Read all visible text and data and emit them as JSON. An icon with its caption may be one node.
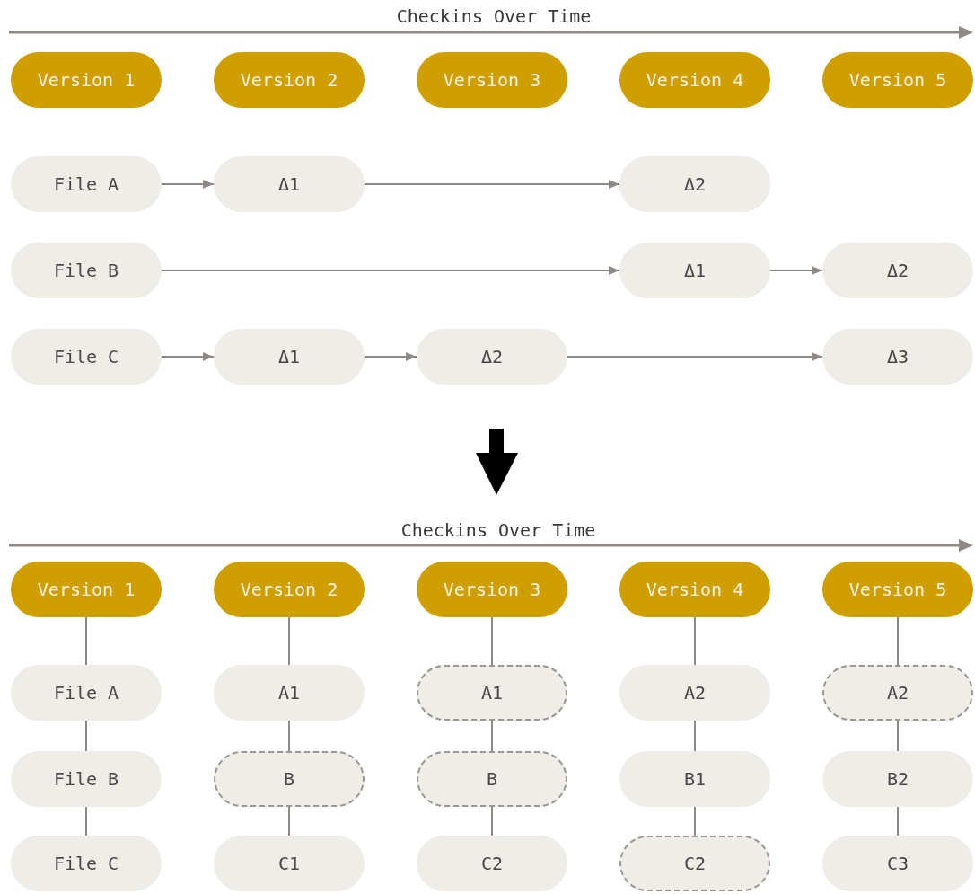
{
  "diagram": {
    "nodes": [
      {
        "text": [
          "Version 1"
        ]
      },
      {
        "text": [
          "Version 2"
        ]
      },
      {
        "text": [
          "Version 3"
        ]
      },
      {
        "text": [
          "Version 4"
        ]
      },
      {
        "text": [
          "Version 5"
        ]
      },
      {
        "text": [
          "File A"
        ]
      },
      {
        "text": [
          "Δ1"
        ]
      },
      {
        "text": [
          "Δ2"
        ]
      },
      {
        "text": [
          "File B"
        ]
      },
      {
        "text": [
          "Δ1"
        ]
      },
      {
        "text": [
          "Δ2"
        ]
      },
      {
        "text": [
          "File C"
        ]
      },
      {
        "text": [
          "Δ1"
        ]
      },
      {
        "text": [
          "Δ2"
        ]
      },
      {
        "text": [
          "Δ3"
        ]
      },
      {
        "text": [
          "Version 1"
        ]
      },
      {
        "text": [
          "File A"
        ]
      },
      {
        "text": [
          "File B"
        ]
      },
      {
        "text": [
          "File C"
        ]
      },
      {
        "text": [
          "Version 2"
        ]
      },
      {
        "text": [
          "A1"
        ]
      },
      {
        "text": [
          "B"
        ]
      },
      {
        "text": [
          "C1"
        ]
      },
      {
        "text": [
          "Version 3"
        ]
      },
      {
        "text": [
          "A1"
        ]
      },
      {
        "text": [
          "B"
        ]
      },
      {
        "text": [
          "C2"
        ]
      },
      {
        "text": [
          "Version 4"
        ]
      },
      {
        "text": [
          "A2"
        ]
      },
      {
        "text": [
          "B1"
        ]
      },
      {
        "text": [
          "C2"
        ]
      },
      {
        "text": [
          "Version 5"
        ]
      },
      {
        "text": [
          "A2"
        ]
      },
      {
        "text": [
          "B2"
        ]
      },
      {
        "text": [
          "C3"
        ]
      }
    ],
    "edges": [
      {
        "from": 5,
        "to": 6,
        "arrow": "to"
      },
      {
        "from": 6,
        "to": 7,
        "arrow": "to"
      },
      {
        "from": 8,
        "to": 9,
        "arrow": "to"
      },
      {
        "from": 9,
        "to": 10,
        "arrow": "to"
      },
      {
        "from": 11,
        "to": 12,
        "arrow": "to"
      },
      {
        "from": 12,
        "to": 13,
        "arrow": "to"
      },
      {
        "from": 13,
        "to": 14,
        "arrow": "to"
      },
      {
        "from": 15,
        "to": 16,
        "arrow": "none"
      },
      {
        "from": 16,
        "to": 17,
        "arrow": "none"
      },
      {
        "from": 17,
        "to": 18,
        "arrow": "none"
      },
      {
        "from": 19,
        "to": 20,
        "arrow": "none"
      },
      {
        "from": 20,
        "to": 21,
        "arrow": "none"
      },
      {
        "from": 21,
        "to": 22,
        "arrow": "none"
      },
      {
        "from": 23,
        "to": 24,
        "arrow": "none"
      },
      {
        "from": 24,
        "to": 25,
        "arrow": "none"
      },
      {
        "from": 25,
        "to": 26,
        "arrow": "none"
      },
      {
        "from": 27,
        "to": 28,
        "arrow": "none"
      },
      {
        "from": 28,
        "to": 29,
        "arrow": "none"
      },
      {
        "from": 29,
        "to": 30,
        "arrow": "none"
      },
      {
        "from": 31,
        "to": 32,
        "arrow": "none"
      },
      {
        "from": 32,
        "to": 33,
        "arrow": "none"
      },
      {
        "from": 33,
        "to": 34,
        "arrow": "none"
      }
    ],
    "labels": [
      "Checkins Over Time",
      "Checkins Over Time"
    ]
  }
}
